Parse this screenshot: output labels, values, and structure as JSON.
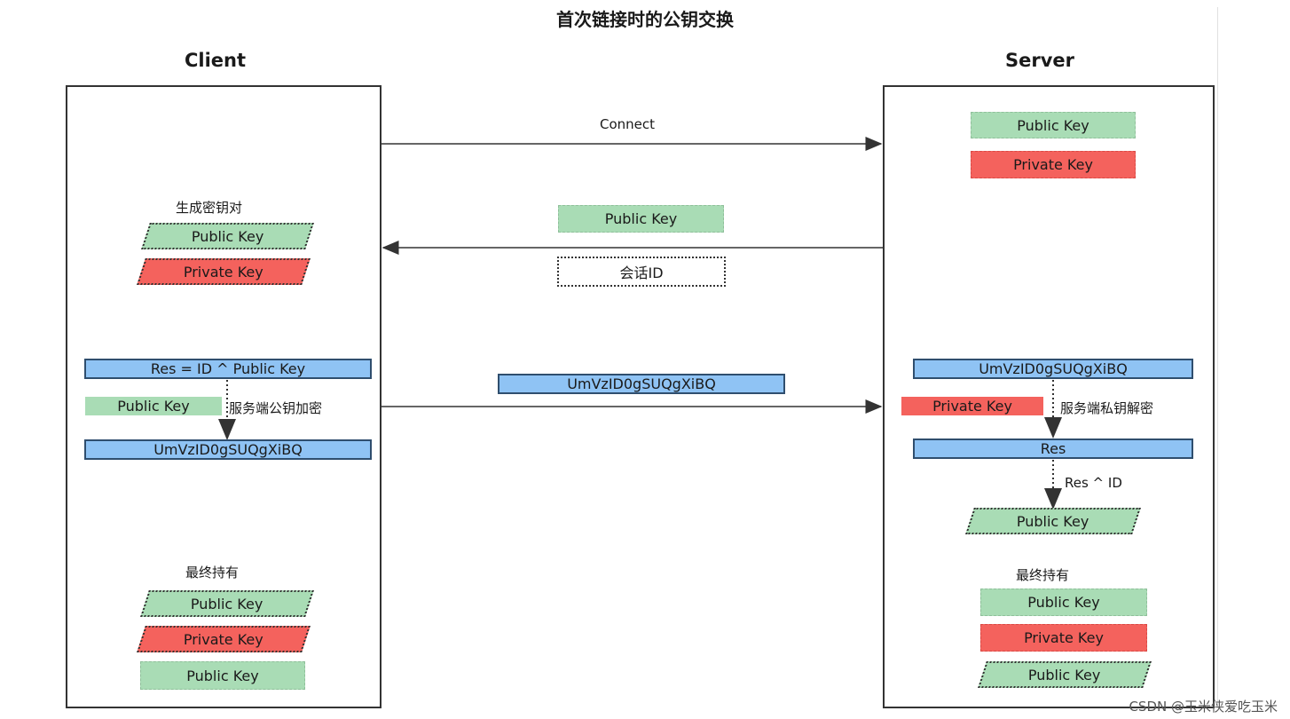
{
  "title": "首次链接时的公钥交换",
  "client": {
    "heading": "Client",
    "gen_label": "生成密钥对",
    "gen_public": "Public Key",
    "gen_private": "Private Key",
    "res_box": "Res = ID ^ Public Key",
    "enc_key": "Public Key",
    "enc_label": "服务端公钥加密",
    "cipher_box": "UmVzID0gSUQgXiBQ",
    "final_label": "最终持有",
    "final_public": "Public Key",
    "final_private": "Private Key",
    "final_server_public": "Public Key"
  },
  "server": {
    "heading": "Server",
    "public_key": "Public Key",
    "private_key": "Private Key",
    "cipher_box": "UmVzID0gSUQgXiBQ",
    "dec_key": "Private Key",
    "dec_label": "服务端私钥解密",
    "res_box": "Res",
    "res_label": "Res ^ ID",
    "derived_public": "Public Key",
    "final_label": "最终持有",
    "final_public": "Public Key",
    "final_private": "Private Key",
    "final_client_public": "Public Key"
  },
  "middle": {
    "connect_label": "Connect",
    "sent_public": "Public Key",
    "session_id": "会话ID",
    "cipher_box": "UmVzID0gSUQgXiBQ"
  },
  "watermark": "CSDN @玉米侠爱吃玉米",
  "colors": {
    "green": "#a9dcb5",
    "red": "#f4625d",
    "blue": "#8fc3f4"
  }
}
